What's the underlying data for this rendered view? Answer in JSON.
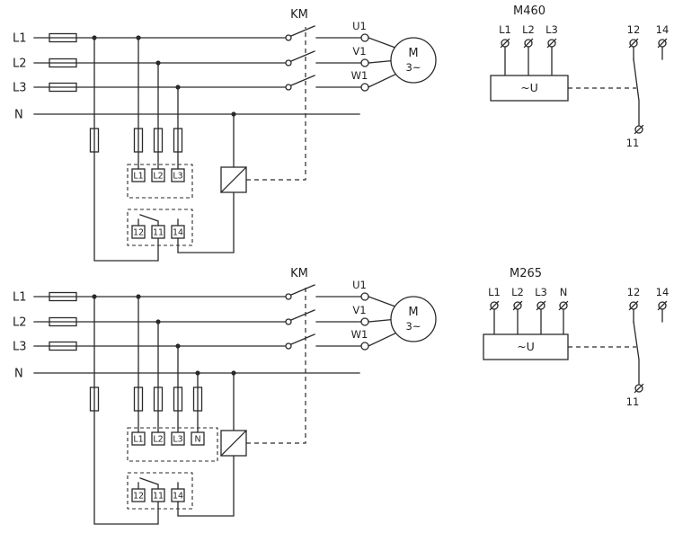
{
  "top": {
    "bus_labels": [
      "L1",
      "L2",
      "L3",
      "N"
    ],
    "contactor_label": "KM",
    "motor_terminals": [
      "U1",
      "V1",
      "W1"
    ],
    "motor": {
      "letter": "M",
      "phases": "3~"
    },
    "relay_input_terminals": [
      "L1",
      "L2",
      "L3"
    ],
    "relay_contact_terminals": [
      "12",
      "11",
      "14"
    ],
    "unit": {
      "title": "M460",
      "input_labels": [
        "L1",
        "L2",
        "L3"
      ],
      "block_label": "~U",
      "contact_nc": "12",
      "contact_no": "14",
      "contact_common": "11"
    }
  },
  "bottom": {
    "bus_labels": [
      "L1",
      "L2",
      "L3",
      "N"
    ],
    "contactor_label": "KM",
    "motor_terminals": [
      "U1",
      "V1",
      "W1"
    ],
    "motor": {
      "letter": "M",
      "phases": "3~"
    },
    "relay_input_terminals": [
      "L1",
      "L2",
      "L3",
      "N"
    ],
    "relay_contact_terminals": [
      "12",
      "11",
      "14"
    ],
    "unit": {
      "title": "M265",
      "input_labels": [
        "L1",
        "L2",
        "L3",
        "N"
      ],
      "block_label": "~U",
      "contact_nc": "12",
      "contact_no": "14",
      "contact_common": "11"
    }
  },
  "colors": {
    "line": "#2a2a2a",
    "background": "#ffffff"
  }
}
